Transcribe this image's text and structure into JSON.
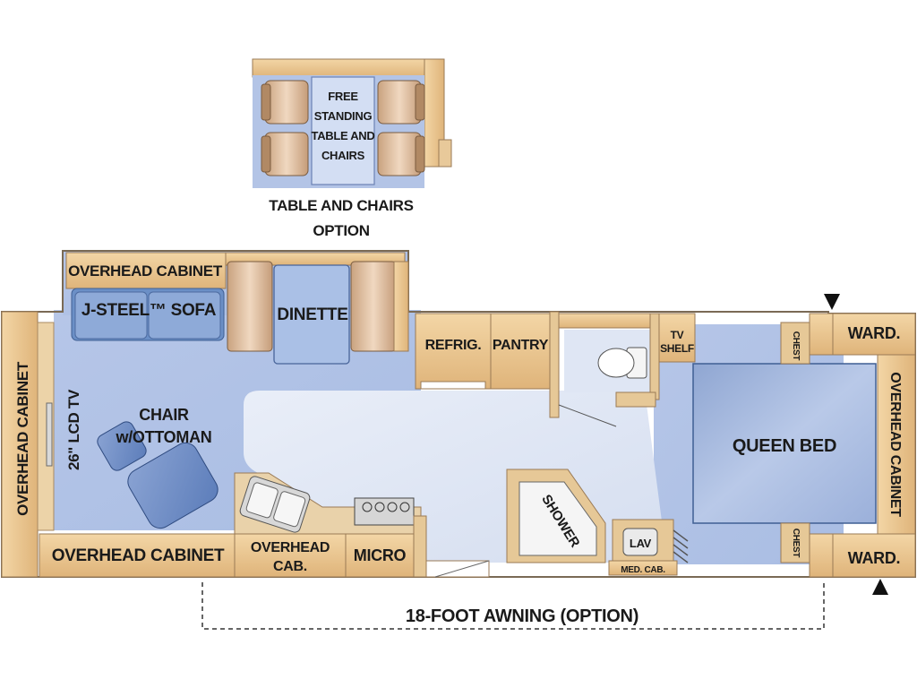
{
  "option": {
    "table_text": [
      "FREE",
      "STANDING",
      "TABLE AND",
      "CHAIRS"
    ],
    "caption": [
      "TABLE AND CHAIRS",
      "OPTION"
    ]
  },
  "rooms": {
    "overhead_cabinet_top": "OVERHEAD CABINET",
    "sofa": "J-STEEL™ SOFA",
    "dinette": "DINETTE",
    "overhead_cabinet_left": "OVERHEAD CABINET",
    "tv": "26\" LCD TV",
    "chair": [
      "CHAIR",
      "w/OTTOMAN"
    ],
    "overhead_cabinet_bottom": "OVERHEAD CABINET",
    "overhead_cab": [
      "OVERHEAD",
      "CAB."
    ],
    "micro": "MICRO",
    "refrig": "REFRIG.",
    "pantry": "PANTRY",
    "tv_shelf": [
      "TV",
      "SHELF"
    ],
    "shower": "SHOWER",
    "lav": "LAV",
    "med_cab": "MED. CAB.",
    "queen_bed": "QUEEN BED",
    "chest_top": "CHEST",
    "chest_bottom": "CHEST",
    "ward_top": "WARD.",
    "ward_bottom": "WARD.",
    "overhead_cabinet_right": "OVERHEAD CABINET"
  },
  "awning": "18-FOOT AWNING (OPTION)"
}
